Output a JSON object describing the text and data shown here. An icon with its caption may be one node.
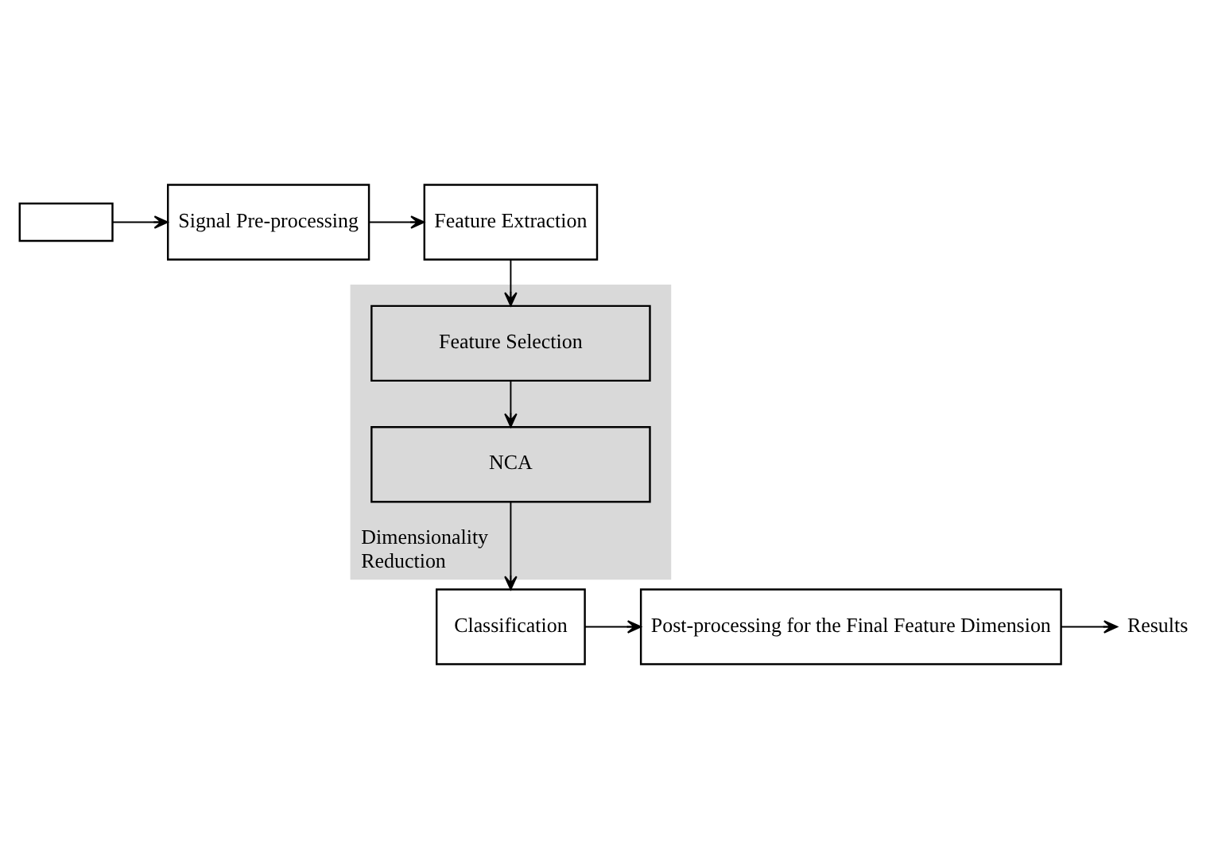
{
  "diagram": {
    "nodes": [
      {
        "text": [],
        "shape": "box"
      },
      {
        "text": [
          "Signal Pre-processing"
        ]
      },
      {
        "text": [
          "Feature Extraction"
        ]
      },
      {
        "text": [
          "Dimensionality Reduction"
        ]
      },
      {
        "text": [
          "Feature Selection"
        ],
        "in": 3
      },
      {
        "text": [
          "NCA"
        ],
        "in": 3
      },
      {
        "text": [
          "Classification"
        ]
      },
      {
        "text": [
          "Post-processing for the Final Feature Dimension"
        ]
      },
      {
        "text": [
          "Results"
        ]
      }
    ],
    "edges": [
      {
        "from": 0,
        "to": 1,
        "arrow": "to"
      },
      {
        "from": 1,
        "to": 2,
        "arrow": "to"
      },
      {
        "from": 2,
        "to": 4,
        "arrow": "to"
      },
      {
        "from": 4,
        "to": 5,
        "arrow": "to"
      },
      {
        "from": 5,
        "to": 6,
        "arrow": "to"
      },
      {
        "from": 6,
        "to": 7,
        "arrow": "to"
      },
      {
        "from": 7,
        "to": 8,
        "arrow": "to"
      }
    ]
  }
}
